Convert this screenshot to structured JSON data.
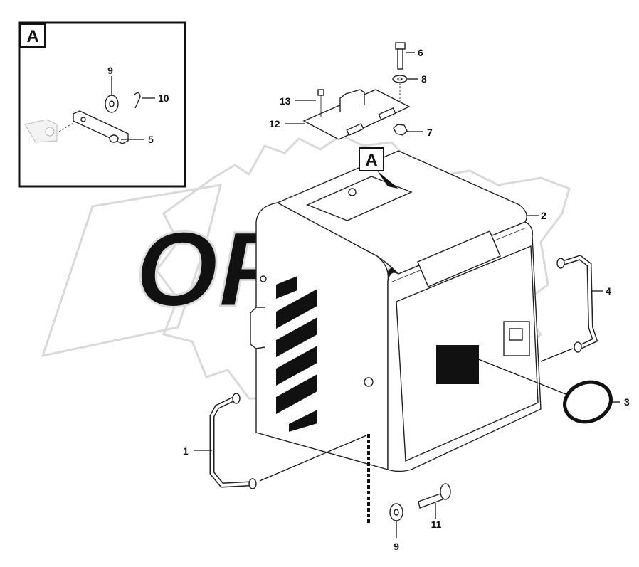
{
  "diagram": {
    "detail_view_label": "A",
    "view_marker_label": "A",
    "watermark_text": "OPEX",
    "callouts": {
      "c1": "1",
      "c2": "2",
      "c3": "3",
      "c4": "4",
      "c5": "5",
      "c6": "6",
      "c7": "7",
      "c8": "8",
      "c9_detail": "9",
      "c9_bottom": "9",
      "c10": "10",
      "c11": "11",
      "c12": "12",
      "c13": "13"
    }
  }
}
